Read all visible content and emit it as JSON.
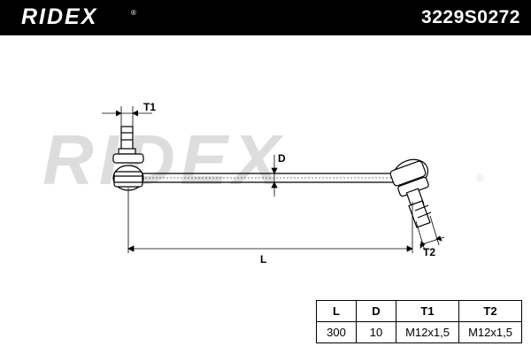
{
  "header": {
    "brand": "RIDEX",
    "brand_mark": "®",
    "part_number": "3229S0272"
  },
  "watermark": {
    "text": "RIDEX",
    "mark": "®"
  },
  "drawing": {
    "labels": {
      "t1": "T1",
      "d": "D",
      "l": "L",
      "t2": "T2"
    },
    "icon": "stabiliser-link-drawing"
  },
  "specs": {
    "headers": [
      "L",
      "D",
      "T1",
      "T2"
    ],
    "values": [
      "300",
      "10",
      "M12x1,5",
      "M12x1,5"
    ]
  }
}
